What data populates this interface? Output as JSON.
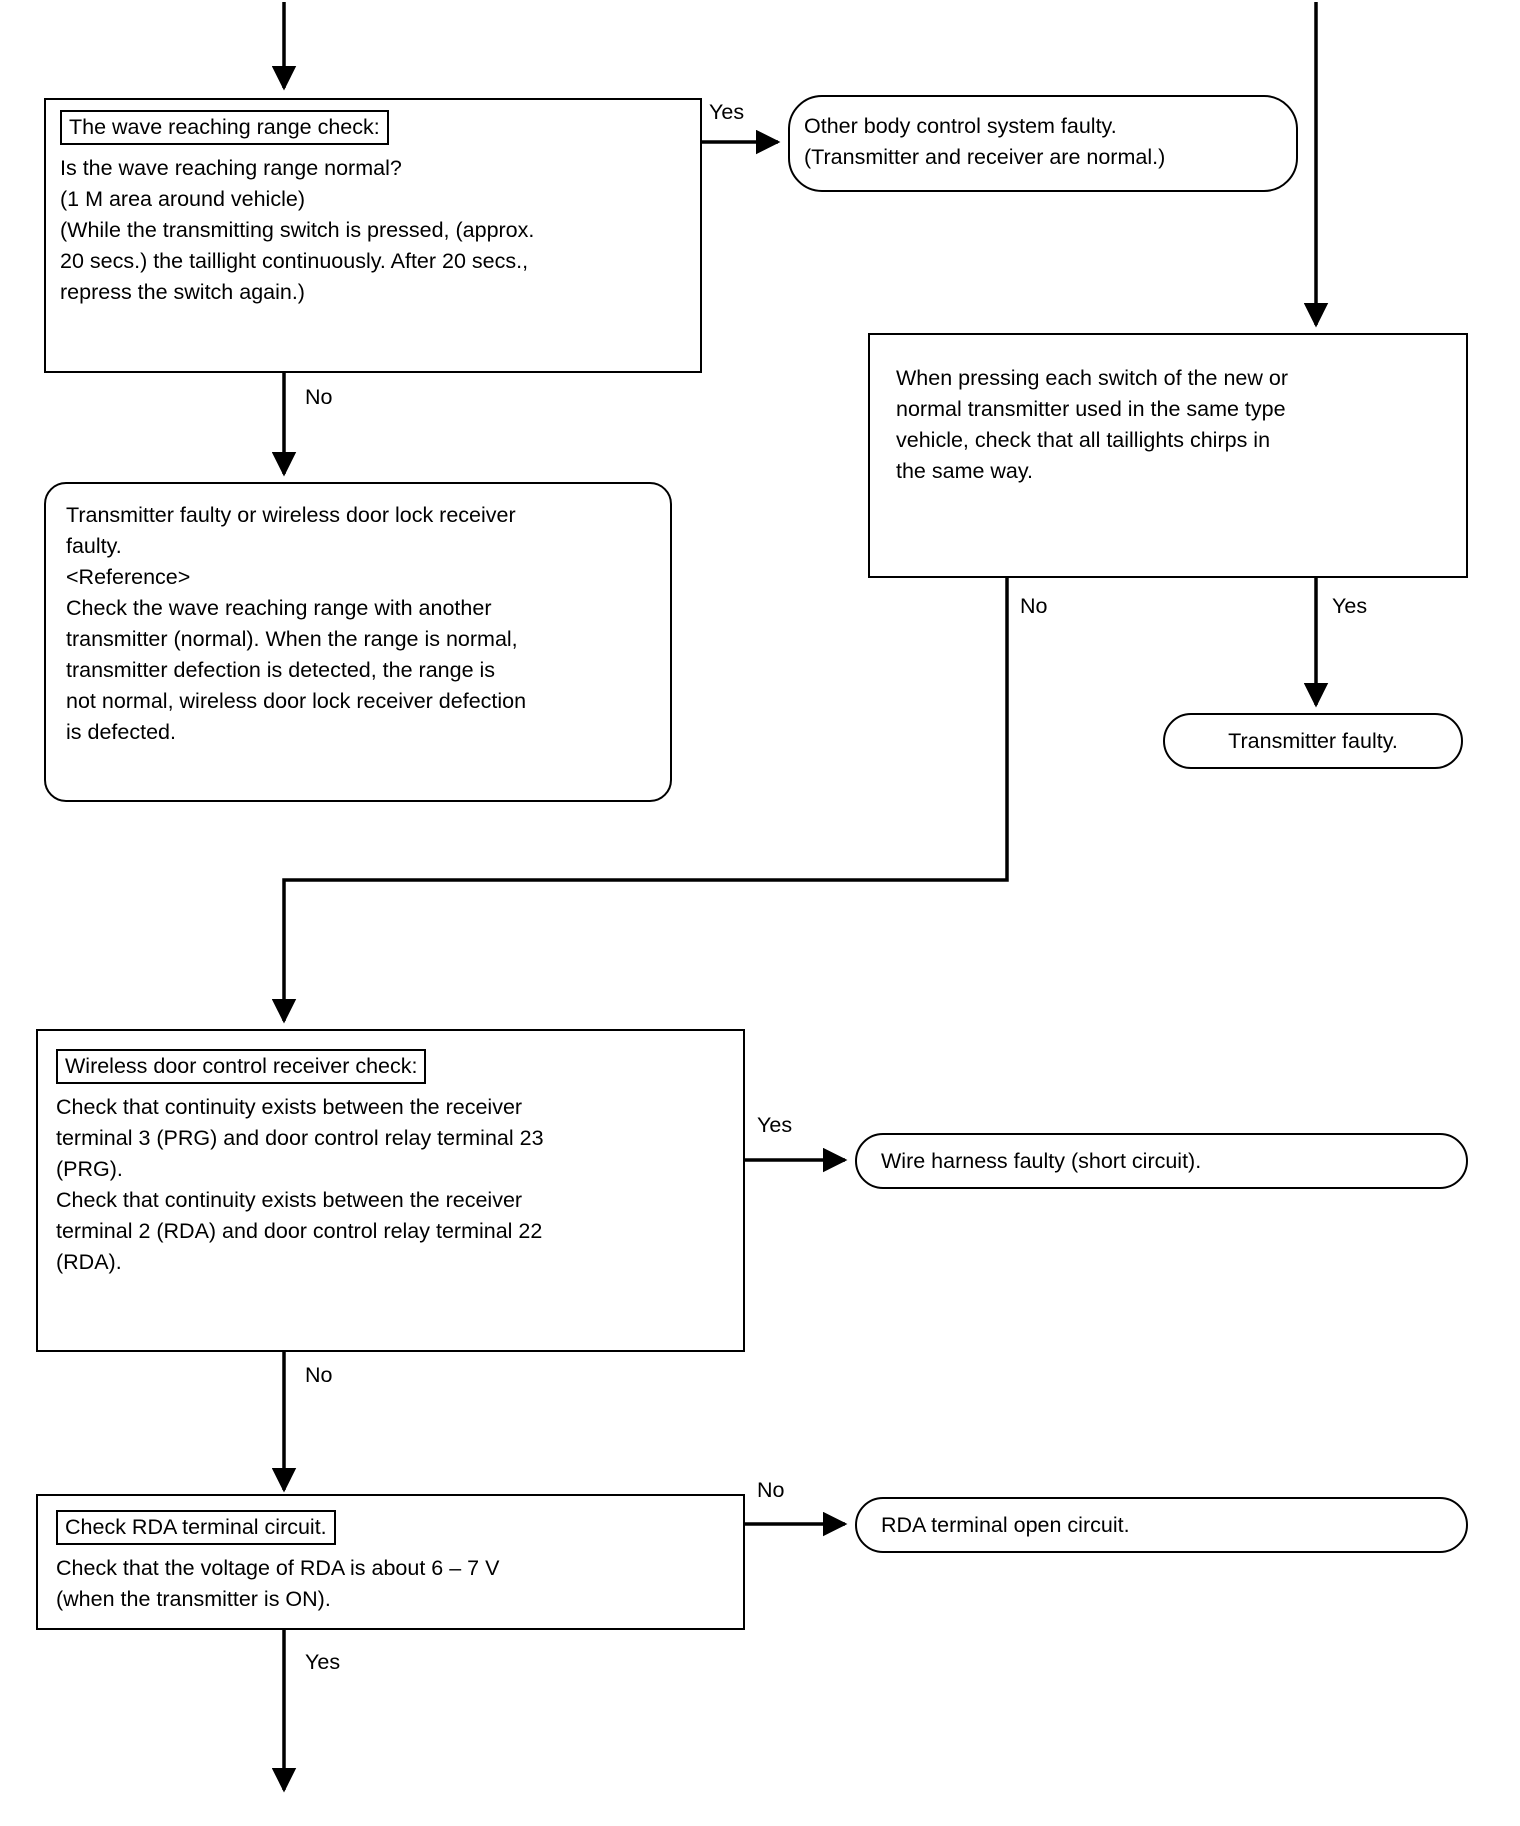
{
  "diagram": {
    "type": "flowchart",
    "title": "Wireless door lock troubleshooting flowchart",
    "nodes": [
      {
        "id": "wave-range-check",
        "shape": "rect",
        "title": "The wave reaching range check:",
        "body": "Is the wave reaching range normal?\n(1 M area around vehicle)\n(While the transmitting switch is pressed, (approx.\n20 secs.) the taillight continuously. After 20 secs.,\nrepress the switch again.)"
      },
      {
        "id": "other-body-control-faulty",
        "shape": "round",
        "title": "",
        "body": "Other body control system faulty.\n(Transmitter and receiver are normal.)"
      },
      {
        "id": "press-each-switch",
        "shape": "rect",
        "title": "",
        "body": "When pressing each switch of the new or\nnormal transmitter used in the same type\nvehicle, check that all taillights chirps in\nthe same way."
      },
      {
        "id": "transmitter-faulty",
        "shape": "round",
        "title": "",
        "body": "Transmitter faulty."
      },
      {
        "id": "transmitter-or-receiver-faulty",
        "shape": "round",
        "title": "",
        "body": "Transmitter faulty or wireless door lock receiver\nfaulty.\n<Reference>\nCheck the wave reaching range with another\ntransmitter (normal). When the range is normal,\ntransmitter defection is detected, the range is\nnot normal, wireless door lock receiver defection\nis defected."
      },
      {
        "id": "receiver-check",
        "shape": "rect",
        "title": "Wireless door control receiver check:",
        "body": "Check that continuity exists between the receiver\nterminal 3 (PRG) and door control relay terminal 23\n(PRG).\nCheck that continuity exists between the receiver\nterminal 2 (RDA) and door control relay terminal 22\n(RDA)."
      },
      {
        "id": "wire-harness-faulty",
        "shape": "round",
        "title": "",
        "body": "Wire harness faulty (short circuit)."
      },
      {
        "id": "check-rda-terminal",
        "shape": "rect",
        "title": "Check RDA terminal circuit.",
        "body": "Check that the voltage of RDA is about 6 – 7 V\n(when the transmitter is ON)."
      },
      {
        "id": "rda-open-circuit",
        "shape": "round",
        "title": "",
        "body": "RDA terminal open circuit."
      }
    ],
    "edge_labels": [
      {
        "id": "yes-wave-range",
        "text": "Yes"
      },
      {
        "id": "no-wave-range",
        "text": "No"
      },
      {
        "id": "no-press-switch",
        "text": "No"
      },
      {
        "id": "yes-press-switch",
        "text": "Yes"
      },
      {
        "id": "yes-receiver-check",
        "text": "Yes"
      },
      {
        "id": "no-receiver-check",
        "text": "No"
      },
      {
        "id": "no-rda-check",
        "text": "No"
      },
      {
        "id": "yes-rda-check",
        "text": "Yes"
      }
    ]
  }
}
